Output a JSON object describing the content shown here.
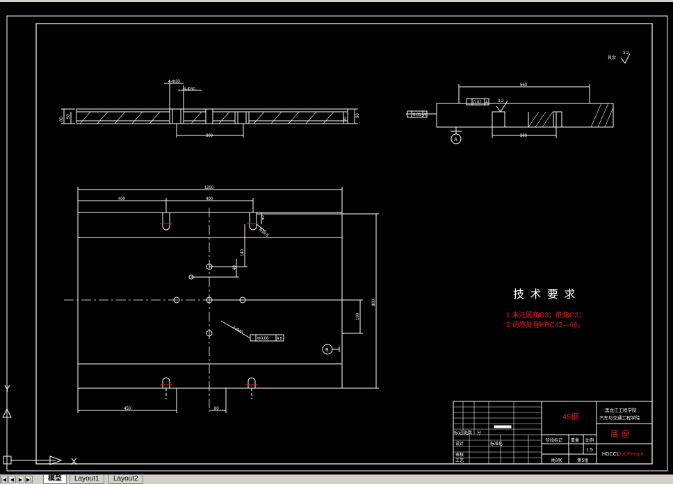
{
  "title_block": {
    "material": "45钢",
    "school": "黑龙江工程学院",
    "department": "汽车与交通工程学院",
    "part_name": "底座",
    "scale_label": "比例",
    "scale": "1:5",
    "stage_label": "阶段标记",
    "weight_label": "重量",
    "sheets_total": "共8张",
    "sheet_no": "第5张",
    "drawing_code_prefix": "HGCCL",
    "drawing_code_suffix": "GuLiPeng-6",
    "row_mark": "标记",
    "row_count": "处数",
    "row_zone": "分",
    "row_design": "设计",
    "row_standard": "标准化",
    "row_review": "审核",
    "row_process": "工艺"
  },
  "tech_req": {
    "title": "技 术 要 求",
    "items": [
      "1.未注圆角R3，倒角C2；",
      "2.调质处理HRC42—46。"
    ]
  },
  "dims": {
    "d4x30": "4-Φ30",
    "d4x30b": "4-Φ30",
    "d300_left": "300",
    "d80_left": "80",
    "d90_left": "90",
    "d50_left": "50",
    "d90_right_left": "90",
    "d560": "560",
    "flatness": "0.01",
    "datum_a_ref": "A",
    "parallel": "0.02",
    "parallel_ref": "A",
    "d300_right": "300",
    "datum_a": "A",
    "rough_top": "3.2",
    "rough_top_label": "其余",
    "rough_mid": "3.2",
    "d1200": "1200",
    "d400a": "400",
    "d400b": "400",
    "d50_slot": "50",
    "r_slot": "R16.5",
    "d140": "140",
    "d40": "40",
    "d800": "800",
    "d100": "100",
    "hole_dim": "2-Φ40",
    "position_tol": "Φ0.06",
    "position_ref": "A B",
    "datum_b": "B",
    "d450": "450",
    "d80_bottom": "80"
  },
  "ucs": {
    "y": "Y",
    "x": "X"
  },
  "tabs": [
    "模型",
    "Layout1",
    "Layout2"
  ],
  "active_tab": 0
}
